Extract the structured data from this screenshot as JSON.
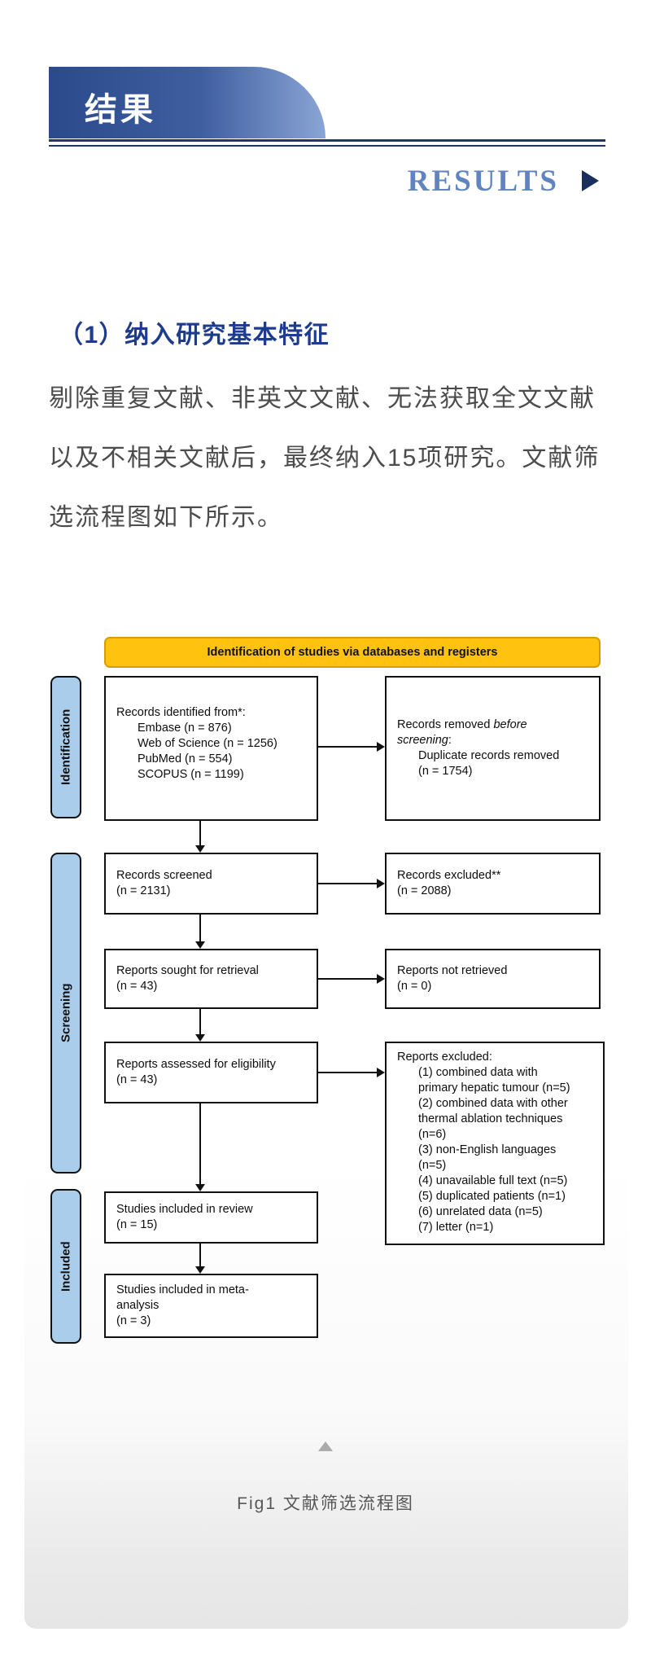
{
  "article": {
    "section_tab_label": "结果",
    "section_title_en": "RESULTS",
    "subsection_heading": "（1）纳入研究基本特征",
    "paragraph_lines": [
      "剔除重复文献、非英文文献、无法获取全文文献",
      "以及不相关文献后，最终纳入15项研究。文献筛",
      "选流程图如下所示。"
    ],
    "figure_caption": "Fig1 文献筛选流程图"
  },
  "flowchart": {
    "banner_title": "Identification of studies via databases and registers",
    "stages": [
      "Identification",
      "Screening",
      "Included"
    ],
    "boxes": [
      {
        "id": "records-identified",
        "lines": [
          {
            "seg": [
              {
                "t": "Records identified from*:"
              }
            ]
          },
          {
            "seg": [
              {
                "t": "Embase (n = 876)"
              }
            ],
            "ind": 1
          },
          {
            "seg": [
              {
                "t": "Web of Science (n = 1256)"
              }
            ],
            "ind": 1
          },
          {
            "seg": [
              {
                "t": "PubMed (n = 554)"
              }
            ],
            "ind": 1
          },
          {
            "seg": [
              {
                "t": "SCOPUS (n = 1199)"
              }
            ],
            "ind": 1
          }
        ]
      },
      {
        "id": "records-removed",
        "lines": [
          {
            "seg": [
              {
                "t": "Records removed "
              },
              {
                "t": "before",
                "i": 1
              }
            ]
          },
          {
            "seg": [
              {
                "t": "screening",
                "i": 1
              },
              {
                "t": ":"
              }
            ]
          },
          {
            "seg": [
              {
                "t": "Duplicate records removed"
              }
            ],
            "ind": 1
          },
          {
            "seg": [
              {
                "t": "(n = 1754)"
              }
            ],
            "ind": 1
          }
        ]
      },
      {
        "id": "records-screened",
        "lines": [
          {
            "seg": [
              {
                "t": "Records screened"
              }
            ]
          },
          {
            "seg": [
              {
                "t": "(n = 2131)"
              }
            ]
          }
        ]
      },
      {
        "id": "records-excluded",
        "lines": [
          {
            "seg": [
              {
                "t": "Records excluded**"
              }
            ]
          },
          {
            "seg": [
              {
                "t": "(n = 2088)"
              }
            ]
          }
        ]
      },
      {
        "id": "reports-sought",
        "lines": [
          {
            "seg": [
              {
                "t": "Reports sought for retrieval"
              }
            ]
          },
          {
            "seg": [
              {
                "t": "(n = 43)"
              }
            ]
          }
        ]
      },
      {
        "id": "reports-not-retrieved",
        "lines": [
          {
            "seg": [
              {
                "t": "Reports not retrieved"
              }
            ]
          },
          {
            "seg": [
              {
                "t": "(n = 0)"
              }
            ]
          }
        ]
      },
      {
        "id": "reports-assessed",
        "lines": [
          {
            "seg": [
              {
                "t": "Reports assessed for eligibility"
              }
            ]
          },
          {
            "seg": [
              {
                "t": "(n = 43)"
              }
            ]
          }
        ]
      },
      {
        "id": "reports-excluded",
        "lines": [
          {
            "seg": [
              {
                "t": "Reports excluded:"
              }
            ]
          },
          {
            "seg": [
              {
                "t": "(1) combined data with"
              }
            ],
            "ind": 1
          },
          {
            "seg": [
              {
                "t": "primary hepatic tumour (n=5)"
              }
            ],
            "ind": 1
          },
          {
            "seg": [
              {
                "t": "(2) combined data with other"
              }
            ],
            "ind": 1
          },
          {
            "seg": [
              {
                "t": "thermal ablation techniques"
              }
            ],
            "ind": 1
          },
          {
            "seg": [
              {
                "t": "(n=6)"
              }
            ],
            "ind": 1
          },
          {
            "seg": [
              {
                "t": "(3) non-English languages"
              }
            ],
            "ind": 1
          },
          {
            "seg": [
              {
                "t": "(n=5)"
              }
            ],
            "ind": 1
          },
          {
            "seg": [
              {
                "t": "(4) unavailable full text (n=5)"
              }
            ],
            "ind": 1
          },
          {
            "seg": [
              {
                "t": "(5) duplicated patients (n=1)"
              }
            ],
            "ind": 1
          },
          {
            "seg": [
              {
                "t": "(6) unrelated data (n=5)"
              }
            ],
            "ind": 1
          },
          {
            "seg": [
              {
                "t": "(7) letter (n=1)"
              }
            ],
            "ind": 1
          }
        ]
      },
      {
        "id": "studies-review",
        "lines": [
          {
            "seg": [
              {
                "t": "Studies included in review"
              }
            ]
          },
          {
            "seg": [
              {
                "t": "(n = 15)"
              }
            ]
          }
        ]
      },
      {
        "id": "studies-meta",
        "lines": [
          {
            "seg": [
              {
                "t": "Studies included in meta-"
              }
            ]
          },
          {
            "seg": [
              {
                "t": "analysis"
              }
            ]
          },
          {
            "seg": [
              {
                "t": "(n = 3)"
              }
            ]
          }
        ]
      }
    ]
  },
  "colors": {
    "banner_gradient_start": "#2b4a8b",
    "banner_gradient_end": "#8aa5d5",
    "results_blue": "#6084c0",
    "heading_navy": "#1e3c8d",
    "flow_banner_yellow": "#ffc20e",
    "flow_banner_border": "#d79d00",
    "stage_label_blue": "#a9cdeb",
    "body_text_gray": "#4c4c4c"
  },
  "icons": {
    "results_arrow": "right-triangle",
    "figure_collapse": "up-triangle"
  }
}
